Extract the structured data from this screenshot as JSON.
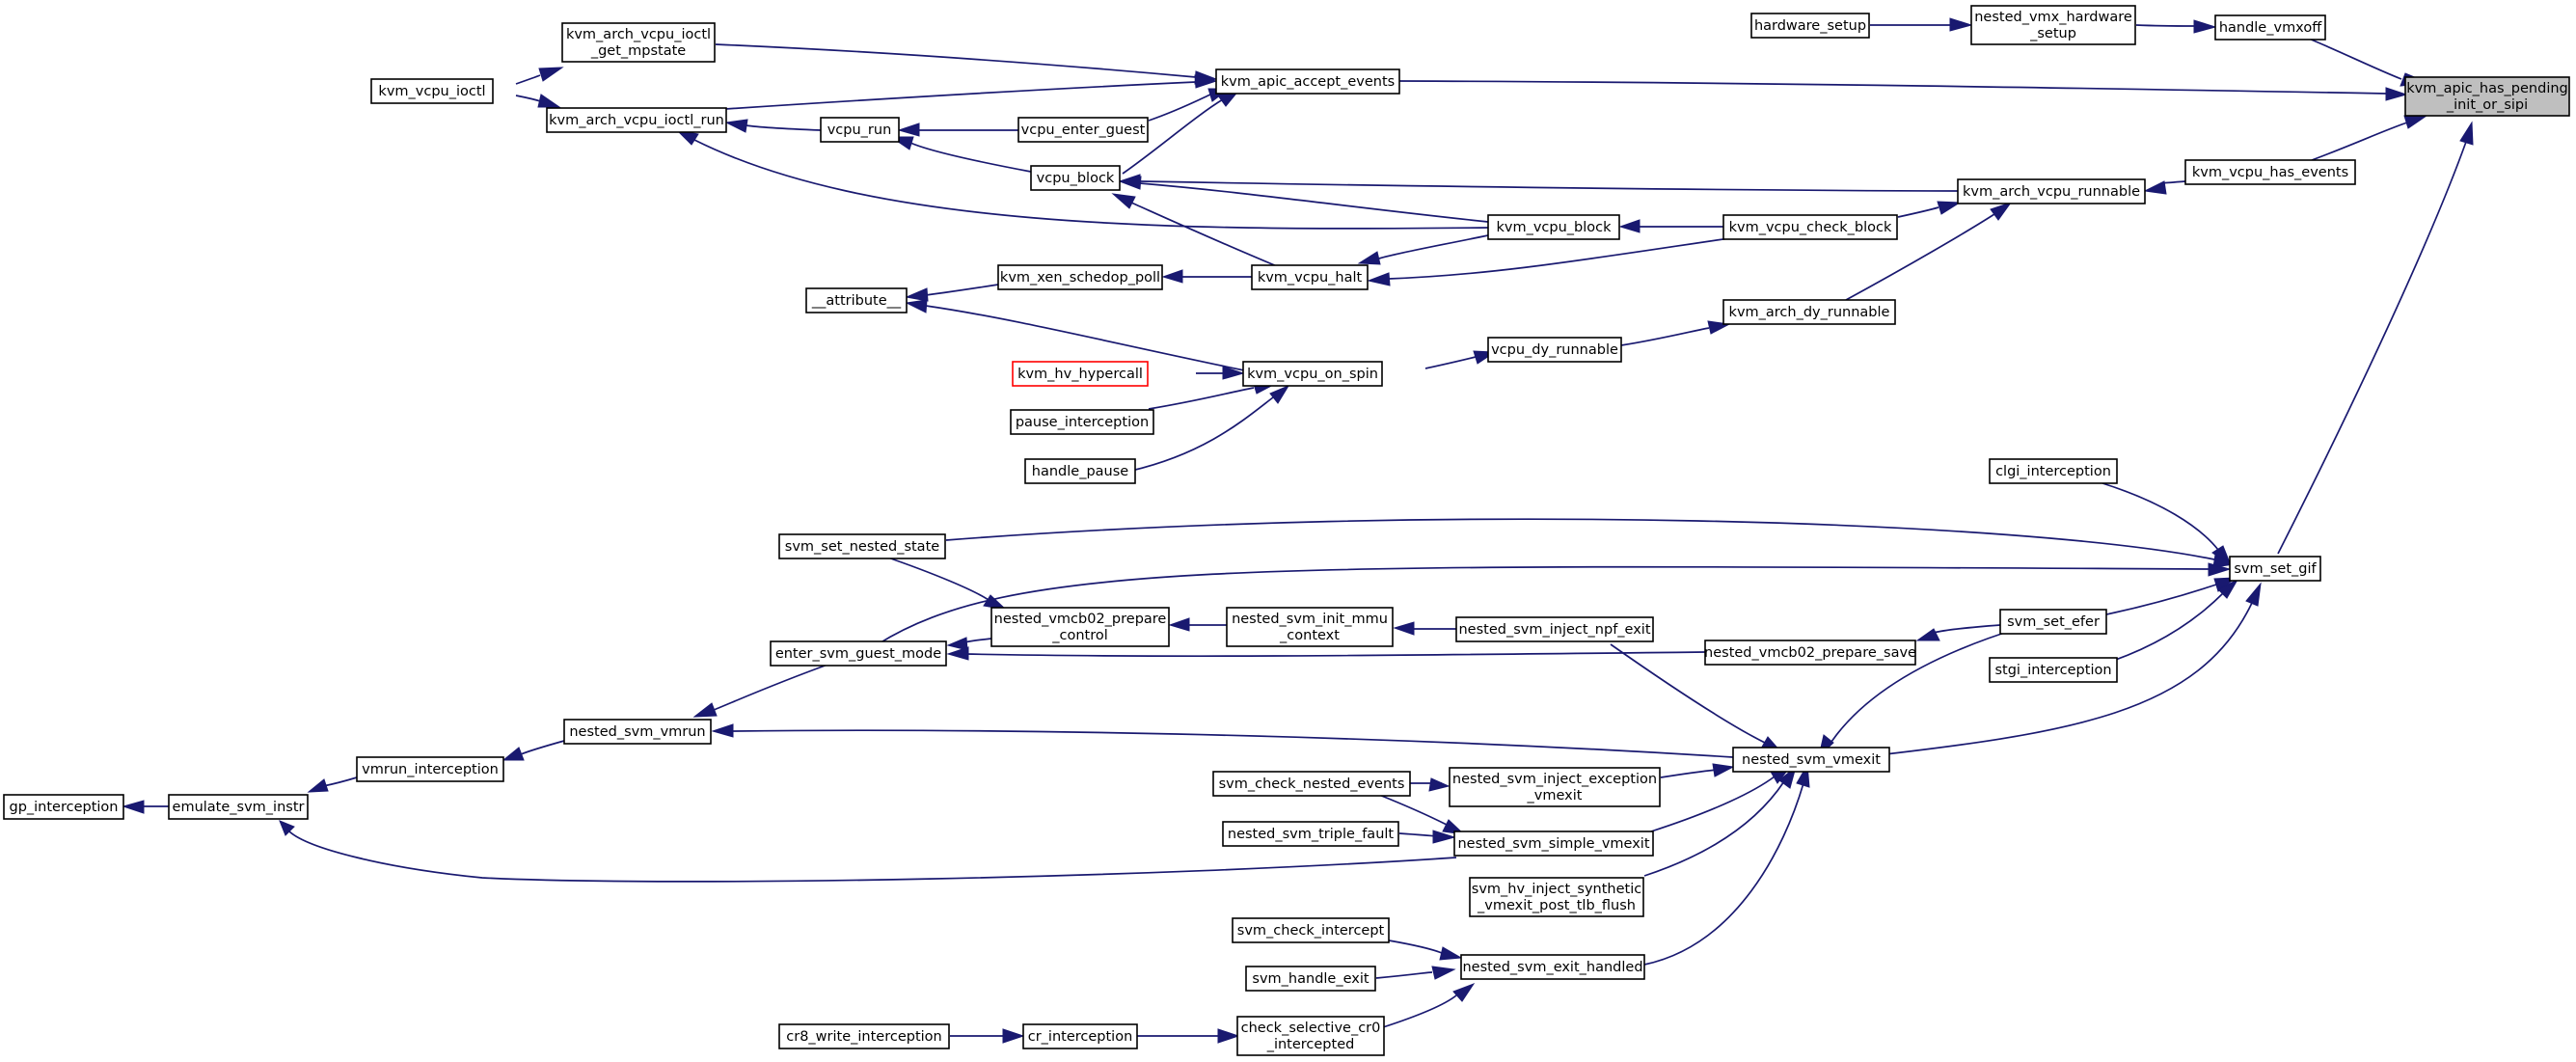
{
  "colors": {
    "edge": "#191970",
    "node_border": "#000000",
    "root_fill": "#bfbfbf",
    "external_border": "#ff0000"
  },
  "nodes": [
    {
      "id": "root",
      "lines": [
        "kvm_apic_has_pending",
        "_init_or_sipi"
      ],
      "style": "root"
    },
    {
      "id": "handle_vmxoff",
      "lines": [
        "handle_vmxoff"
      ]
    },
    {
      "id": "nested_vmx_hw",
      "lines": [
        "nested_vmx_hardware",
        "_setup"
      ]
    },
    {
      "id": "hardware_setup",
      "lines": [
        "hardware_setup"
      ]
    },
    {
      "id": "kvm_apic_accept_events",
      "lines": [
        "kvm_apic_accept_events"
      ]
    },
    {
      "id": "mpstate",
      "lines": [
        "kvm_arch_vcpu_ioctl",
        "_get_mpstate"
      ]
    },
    {
      "id": "kvm_vcpu_ioctl",
      "lines": [
        "kvm_vcpu_ioctl"
      ]
    },
    {
      "id": "ioctl_run",
      "lines": [
        "kvm_arch_vcpu_ioctl_run"
      ]
    },
    {
      "id": "vcpu_run",
      "lines": [
        "vcpu_run"
      ]
    },
    {
      "id": "vcpu_enter_guest",
      "lines": [
        "vcpu_enter_guest"
      ]
    },
    {
      "id": "vcpu_block",
      "lines": [
        "vcpu_block"
      ]
    },
    {
      "id": "kvm_vcpu_has_events",
      "lines": [
        "kvm_vcpu_has_events"
      ]
    },
    {
      "id": "kvm_arch_vcpu_runnable",
      "lines": [
        "kvm_arch_vcpu_runnable"
      ]
    },
    {
      "id": "kvm_vcpu_block",
      "lines": [
        "kvm_vcpu_block"
      ]
    },
    {
      "id": "kvm_vcpu_check_block",
      "lines": [
        "kvm_vcpu_check_block"
      ]
    },
    {
      "id": "kvm_vcpu_halt",
      "lines": [
        "kvm_vcpu_halt"
      ]
    },
    {
      "id": "xen_poll",
      "lines": [
        "kvm_xen_schedop_poll"
      ]
    },
    {
      "id": "attribute",
      "lines": [
        "__attribute__"
      ]
    },
    {
      "id": "kvm_arch_dy_runnable",
      "lines": [
        "kvm_arch_dy_runnable"
      ]
    },
    {
      "id": "vcpu_dy_runnable",
      "lines": [
        "vcpu_dy_runnable"
      ]
    },
    {
      "id": "kvm_vcpu_on_spin",
      "lines": [
        "kvm_vcpu_on_spin"
      ]
    },
    {
      "id": "kvm_hv_hypercall",
      "lines": [
        "kvm_hv_hypercall"
      ],
      "style": "red"
    },
    {
      "id": "pause_interception",
      "lines": [
        "pause_interception"
      ]
    },
    {
      "id": "handle_pause",
      "lines": [
        "handle_pause"
      ]
    },
    {
      "id": "clgi_interception",
      "lines": [
        "clgi_interception"
      ]
    },
    {
      "id": "svm_set_gif",
      "lines": [
        "svm_set_gif"
      ]
    },
    {
      "id": "svm_set_nested_state",
      "lines": [
        "svm_set_nested_state"
      ]
    },
    {
      "id": "svm_set_efer",
      "lines": [
        "svm_set_efer"
      ]
    },
    {
      "id": "stgi_interception",
      "lines": [
        "stgi_interception"
      ]
    },
    {
      "id": "vmcb02_control",
      "lines": [
        "nested_vmcb02_prepare",
        "_control"
      ]
    },
    {
      "id": "init_mmu",
      "lines": [
        "nested_svm_init_mmu",
        "_context"
      ]
    },
    {
      "id": "inject_npf",
      "lines": [
        "nested_svm_inject_npf_exit"
      ]
    },
    {
      "id": "enter_guest_mode",
      "lines": [
        "enter_svm_guest_mode"
      ]
    },
    {
      "id": "vmcb02_save",
      "lines": [
        "nested_vmcb02_prepare_save"
      ]
    },
    {
      "id": "nested_svm_vmrun",
      "lines": [
        "nested_svm_vmrun"
      ]
    },
    {
      "id": "nested_svm_vmexit",
      "lines": [
        "nested_svm_vmexit"
      ]
    },
    {
      "id": "vmrun_interception",
      "lines": [
        "vmrun_interception"
      ]
    },
    {
      "id": "gp_interception",
      "lines": [
        "gp_interception"
      ]
    },
    {
      "id": "emulate_svm_instr",
      "lines": [
        "emulate_svm_instr"
      ]
    },
    {
      "id": "svm_check_nested_events",
      "lines": [
        "svm_check_nested_events"
      ]
    },
    {
      "id": "inject_exception",
      "lines": [
        "nested_svm_inject_exception",
        "_vmexit"
      ]
    },
    {
      "id": "triple_fault",
      "lines": [
        "nested_svm_triple_fault"
      ]
    },
    {
      "id": "simple_vmexit",
      "lines": [
        "nested_svm_simple_vmexit"
      ]
    },
    {
      "id": "hv_inject",
      "lines": [
        "svm_hv_inject_synthetic",
        "_vmexit_post_tlb_flush"
      ]
    },
    {
      "id": "svm_check_intercept",
      "lines": [
        "svm_check_intercept"
      ]
    },
    {
      "id": "svm_handle_exit",
      "lines": [
        "svm_handle_exit"
      ]
    },
    {
      "id": "exit_handled",
      "lines": [
        "nested_svm_exit_handled"
      ]
    },
    {
      "id": "cr8_write",
      "lines": [
        "cr8_write_interception"
      ]
    },
    {
      "id": "cr_interception",
      "lines": [
        "cr_interception"
      ]
    },
    {
      "id": "check_selective_cr0",
      "lines": [
        "check_selective_cr0",
        "_intercepted"
      ]
    }
  ]
}
